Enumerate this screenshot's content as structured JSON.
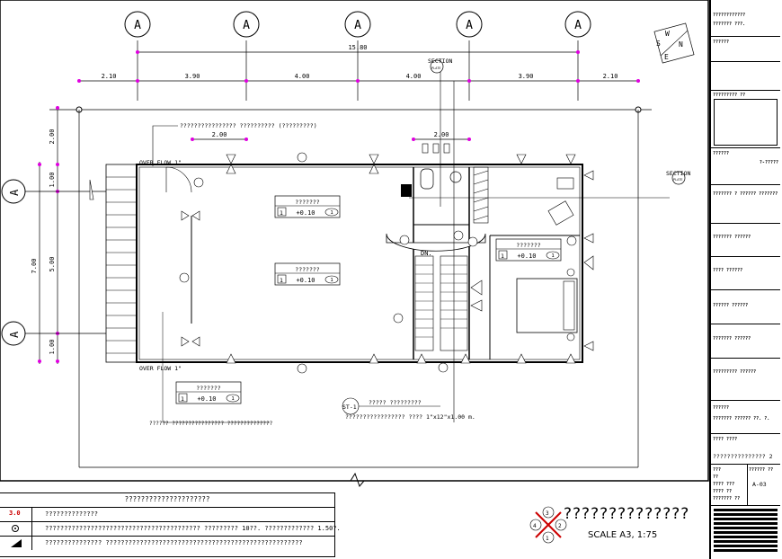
{
  "grid": {
    "top_bubbles": [
      "A",
      "A",
      "A",
      "A",
      "A"
    ],
    "left_bubbles": [
      "A",
      "A"
    ],
    "overall_dim": "15.80",
    "segment_dims": [
      "2.10",
      "3.90",
      "4.00",
      "4.00",
      "3.90",
      "2.10"
    ],
    "left_dims": [
      "2.00",
      "1.00",
      "5.00",
      "1.00"
    ],
    "left_overall": "7.00",
    "inner_dims": [
      "2.00",
      "2.00"
    ]
  },
  "labels": {
    "section_top": "SECTION",
    "section_right": "SECTION",
    "section_sub": "PLATE",
    "overflow_top": "OVER FLOW 1\"",
    "overflow_bottom": "OVER FLOW 1\"",
    "dn": "DN.",
    "leader_top": "???????????????? ?????????? (?????????)",
    "leader_bottom": "?????? ???????????????? ??????????????",
    "st_tag": "ST-1",
    "st_line1": "????? ?????????",
    "st_line2": "????????????????? ???? 1\"x12\"x1.00 m.",
    "compass": [
      "W",
      "S",
      "N",
      "E"
    ]
  },
  "rooms": [
    {
      "name": "???????",
      "num": "1",
      "level": "+0.10",
      "tag": "1"
    },
    {
      "name": "???????",
      "num": "1",
      "level": "+0.10",
      "tag": "1"
    },
    {
      "name": "???????",
      "num": "1",
      "level": "+0.10",
      "tag": "1"
    },
    {
      "name": "???????",
      "num": "1",
      "level": "+0.10",
      "tag": "1"
    }
  ],
  "legend": {
    "title": "?????????????????????",
    "rows": [
      {
        "symbol": "3.0",
        "text": "??????????????"
      },
      {
        "symbol": "dot",
        "text": "?????????????????????????????????????????  ?????????  10??.  ????????????? 1.50?."
      },
      {
        "symbol": "tri",
        "text": "???????????????  ????????????????????????????????????????????????????"
      }
    ]
  },
  "drawing_title": "??????????????",
  "scale": "SCALE A3, 1:75",
  "key_numbers": [
    "3",
    "4",
    "2",
    "1"
  ],
  "title_block": {
    "company_l1": "????????????",
    "company_l2": "??????? ???.",
    "owner_label": "??????",
    "seal_label": "????????? ??",
    "project_label": "??????",
    "project_value": "?-?????",
    "architect": "??????? ? ?????? ???????",
    "eng_1": "??????? ??????",
    "eng_2": "???? ??????",
    "eng_3": "?????? ??????",
    "eng_4": "??????? ??????",
    "eng_5": "????????? ??????",
    "drawn": "??????",
    "drawn_sub": "??????? ??????   ??. ?.",
    "sheet_label": "???? ????",
    "sheet_title": "??????????????? 2",
    "sheet_no": "A-03",
    "r1a": "???",
    "r1b": "?????? ??",
    "r2a": "??",
    "r3a": "???? ???",
    "r4a": "???? ??",
    "r5a": "??????? ??"
  },
  "colors": {
    "line": "#000000",
    "magenta": "#e000e0",
    "red": "#cc0000",
    "dim": "#333333"
  }
}
